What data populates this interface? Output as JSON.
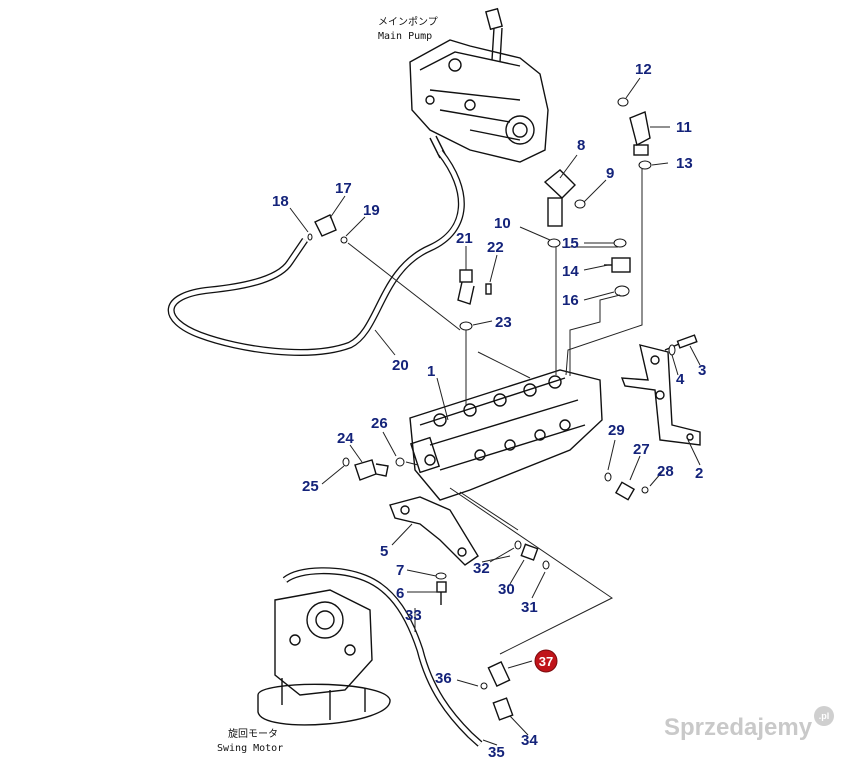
{
  "captions": {
    "main_pump_jp": "メインポンプ",
    "main_pump_en": "Main Pump",
    "swing_motor_jp": "旋回モータ",
    "swing_motor_en": "Swing Motor"
  },
  "callouts": [
    "1",
    "2",
    "3",
    "4",
    "5",
    "6",
    "7",
    "8",
    "9",
    "10",
    "11",
    "12",
    "13",
    "14",
    "15",
    "16",
    "17",
    "18",
    "19",
    "20",
    "21",
    "22",
    "23",
    "24",
    "25",
    "26",
    "27",
    "28",
    "29",
    "30",
    "31",
    "32",
    "33",
    "34",
    "35",
    "36"
  ],
  "highlighted_callout": "37",
  "watermark": {
    "text": "Sprzedajemy",
    "badge": ".pl"
  },
  "colors": {
    "callout": "#14237a",
    "highlight": "#c0141a",
    "line": "#111111",
    "watermark": "#c9c9c9"
  }
}
